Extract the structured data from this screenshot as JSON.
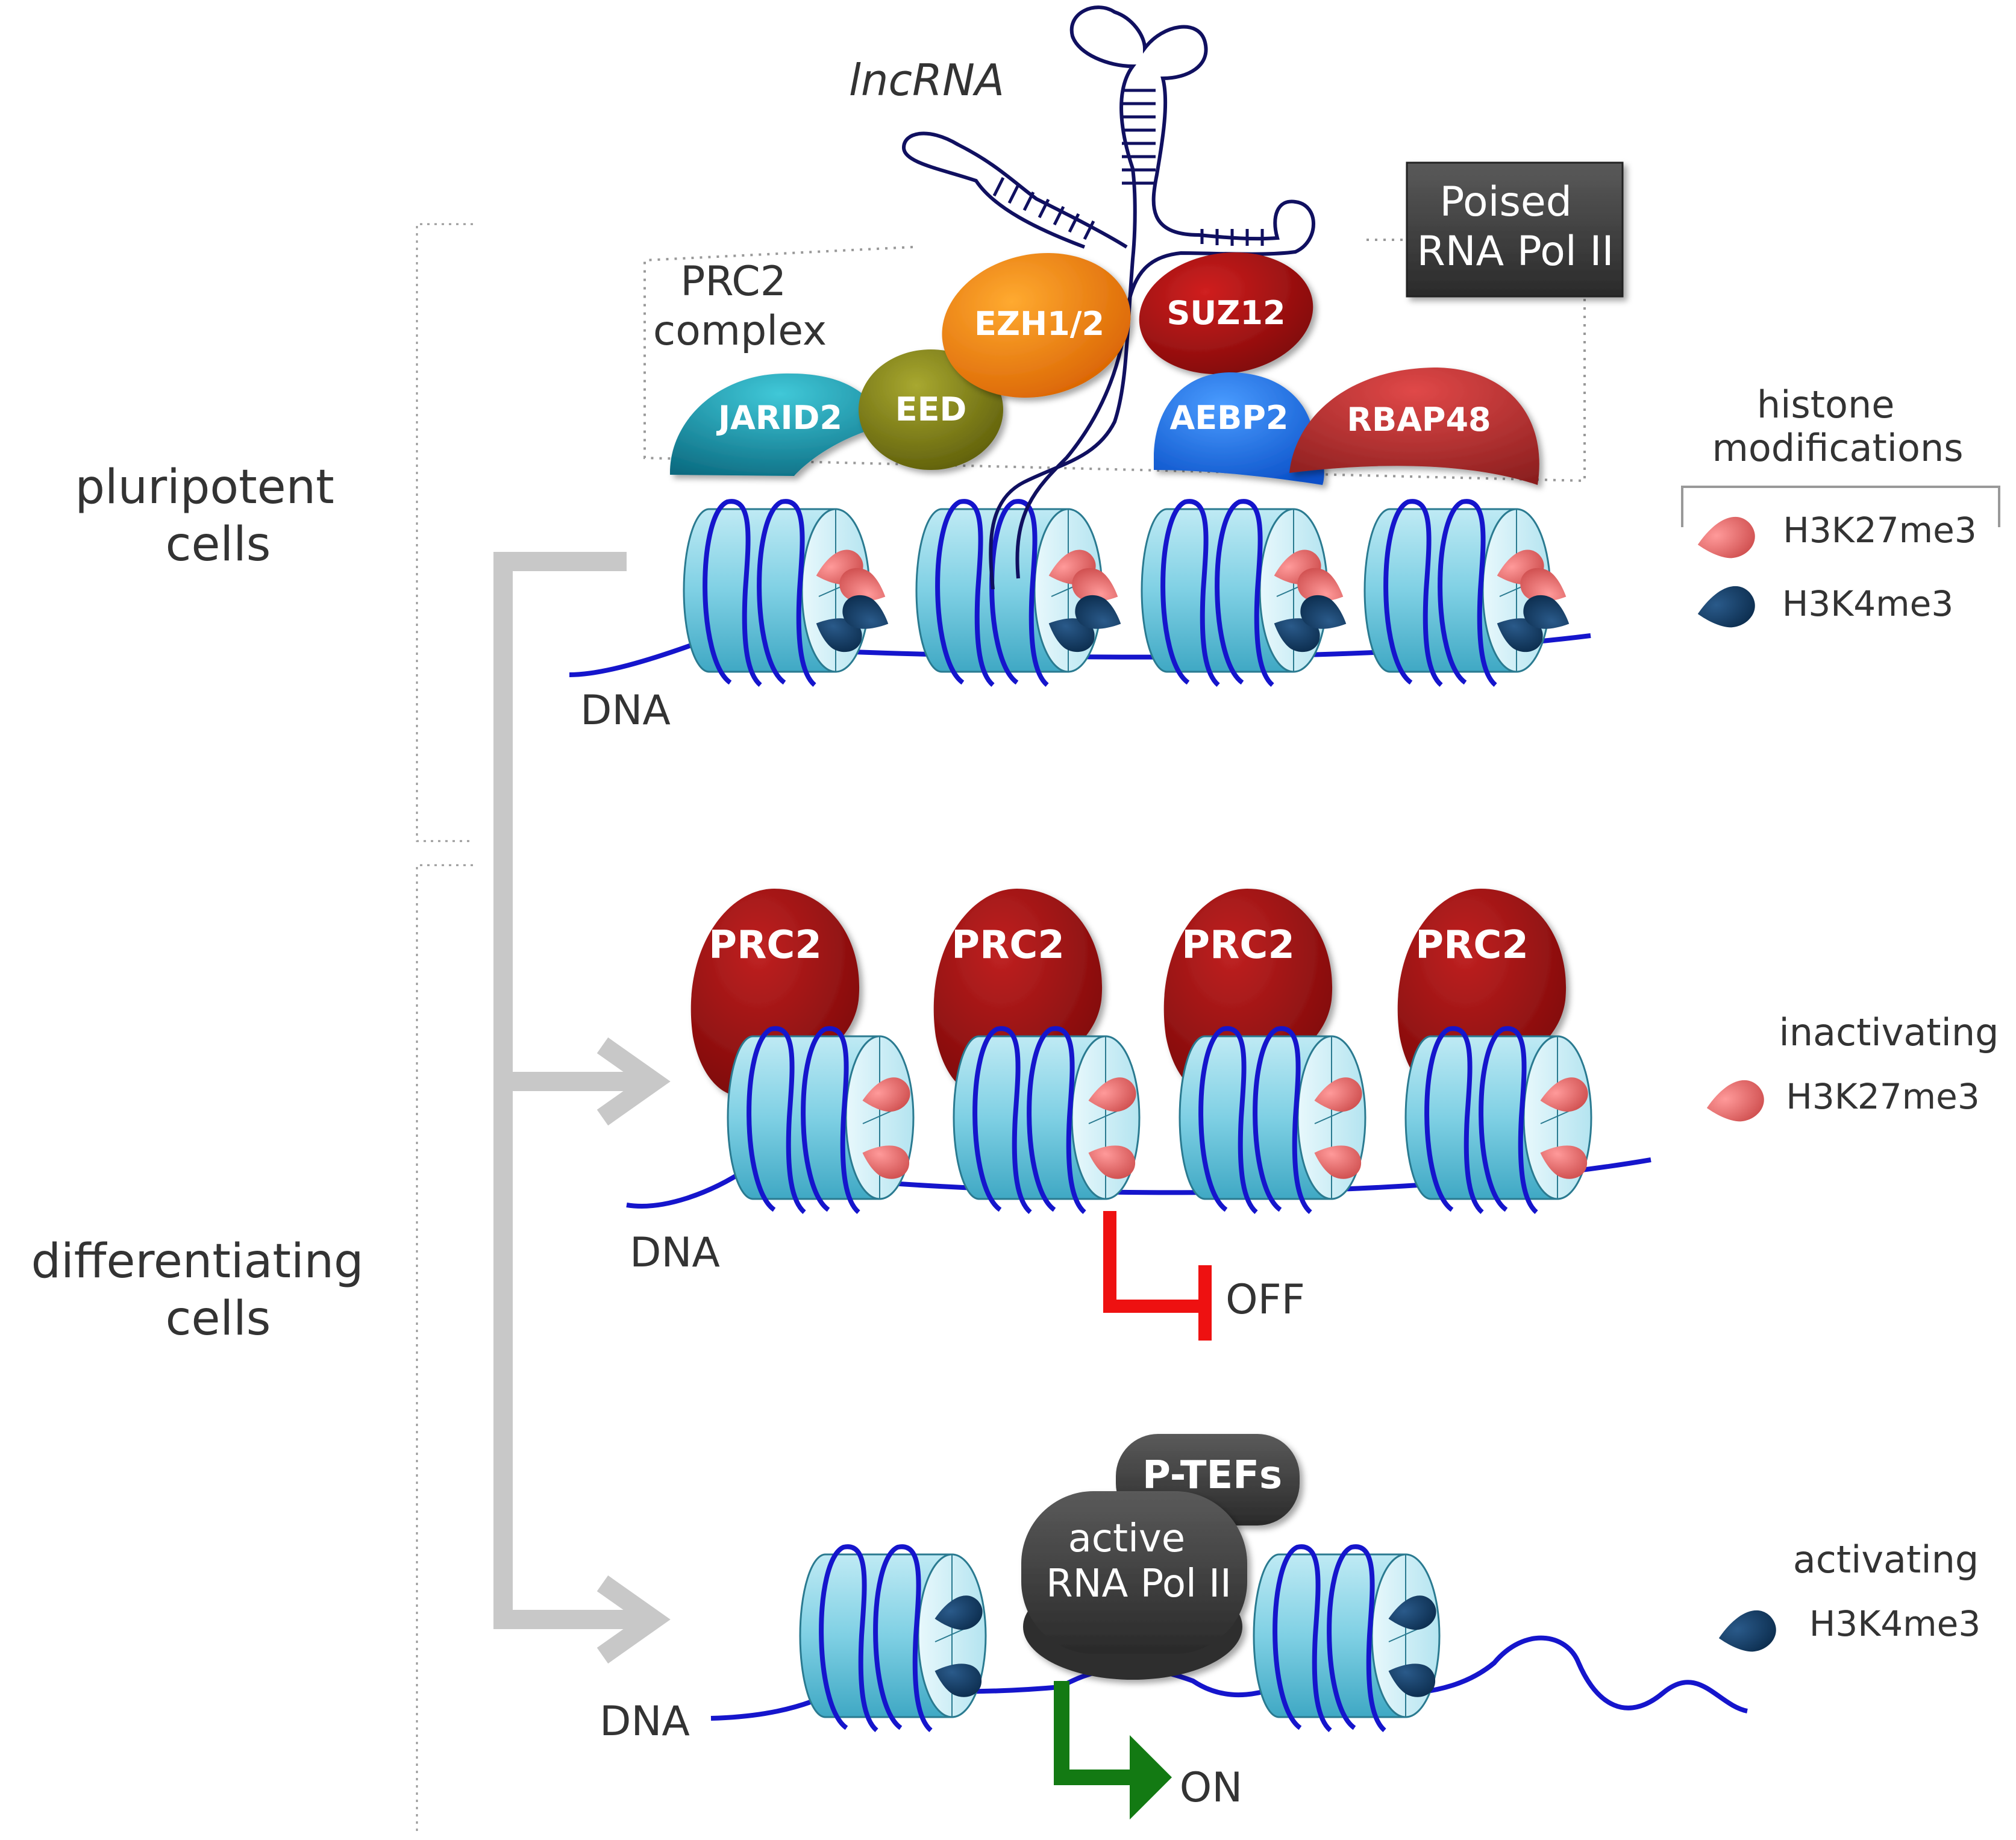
{
  "stages": {
    "pluripotent": "pluripotent\ncells",
    "differentiating": "differentiating\ncells"
  },
  "labels": {
    "lncrna": "lncRNA",
    "prc2_complex": "PRC2\ncomplex",
    "poised_pol": "Poised\nRNA Pol II",
    "dna": "DNA",
    "off": "OFF",
    "on": "ON",
    "active_pol": "active\nRNA Pol II",
    "ptefs": "P-TEFs"
  },
  "proteins": {
    "jarid2": "JARID2",
    "eed": "EED",
    "ezh": "EZH1/2",
    "suz12": "SUZ12",
    "aebp2": "AEBP2",
    "rbap48": "RBAP48",
    "prc2": "PRC2"
  },
  "legend": {
    "histone_title": "histone\nmodifications",
    "h3k27": "H3K27me3",
    "h3k4": "H3K4me3",
    "inactivating": "inactivating",
    "activating": "activating"
  },
  "colors": {
    "nucleosome": "#7fd0e4",
    "dna": "#1515cc",
    "h3k27me3": "#e06666",
    "h3k4me3": "#0f3a66",
    "prc2": "#a01212",
    "arrow_grey": "#c8c8c8",
    "off_red": "#ee1111",
    "on_green": "#137a13",
    "pol_dark": "#404040"
  }
}
